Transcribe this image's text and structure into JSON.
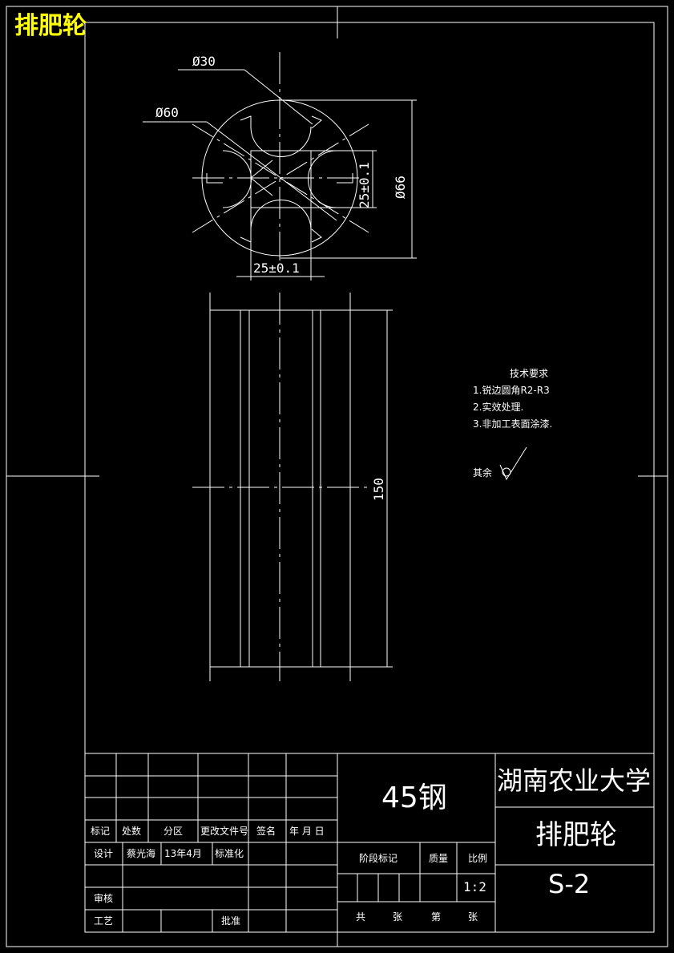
{
  "header": {
    "title_tag": "排肥轮"
  },
  "dimensions": {
    "d30": "Ø30",
    "d60": "Ø60",
    "d66": "Ø66",
    "width_25": "25±0.1",
    "height_25": "25±0.1",
    "length": "150"
  },
  "tech_requirements": {
    "heading": "技术要求",
    "items": [
      "1.锐边圆角R2-R3",
      "2.实效处理.",
      "3.非加工表面涂漆."
    ]
  },
  "roughness_note": "其余",
  "title_block": {
    "material": "45钢",
    "organization": "湖南农业大学",
    "part_name": "排肥轮",
    "drawing_no": "S-2",
    "headers": [
      "标记",
      "处数",
      "分区",
      "更改文件号",
      "签名",
      "年 月 日"
    ],
    "design_label": "设计",
    "designer": "蔡光海",
    "date": "13年4月",
    "standardization": "标准化",
    "review_label": "审核",
    "process_label": "工艺",
    "approve_label": "批准",
    "stage_mark": "阶段标记",
    "mass": "质量",
    "scale_label": "比例",
    "scale_value": "1:2",
    "sheets_total": "共",
    "sheets_unit": "张",
    "sheet_no": "第",
    "sheet_unit2": "张"
  }
}
